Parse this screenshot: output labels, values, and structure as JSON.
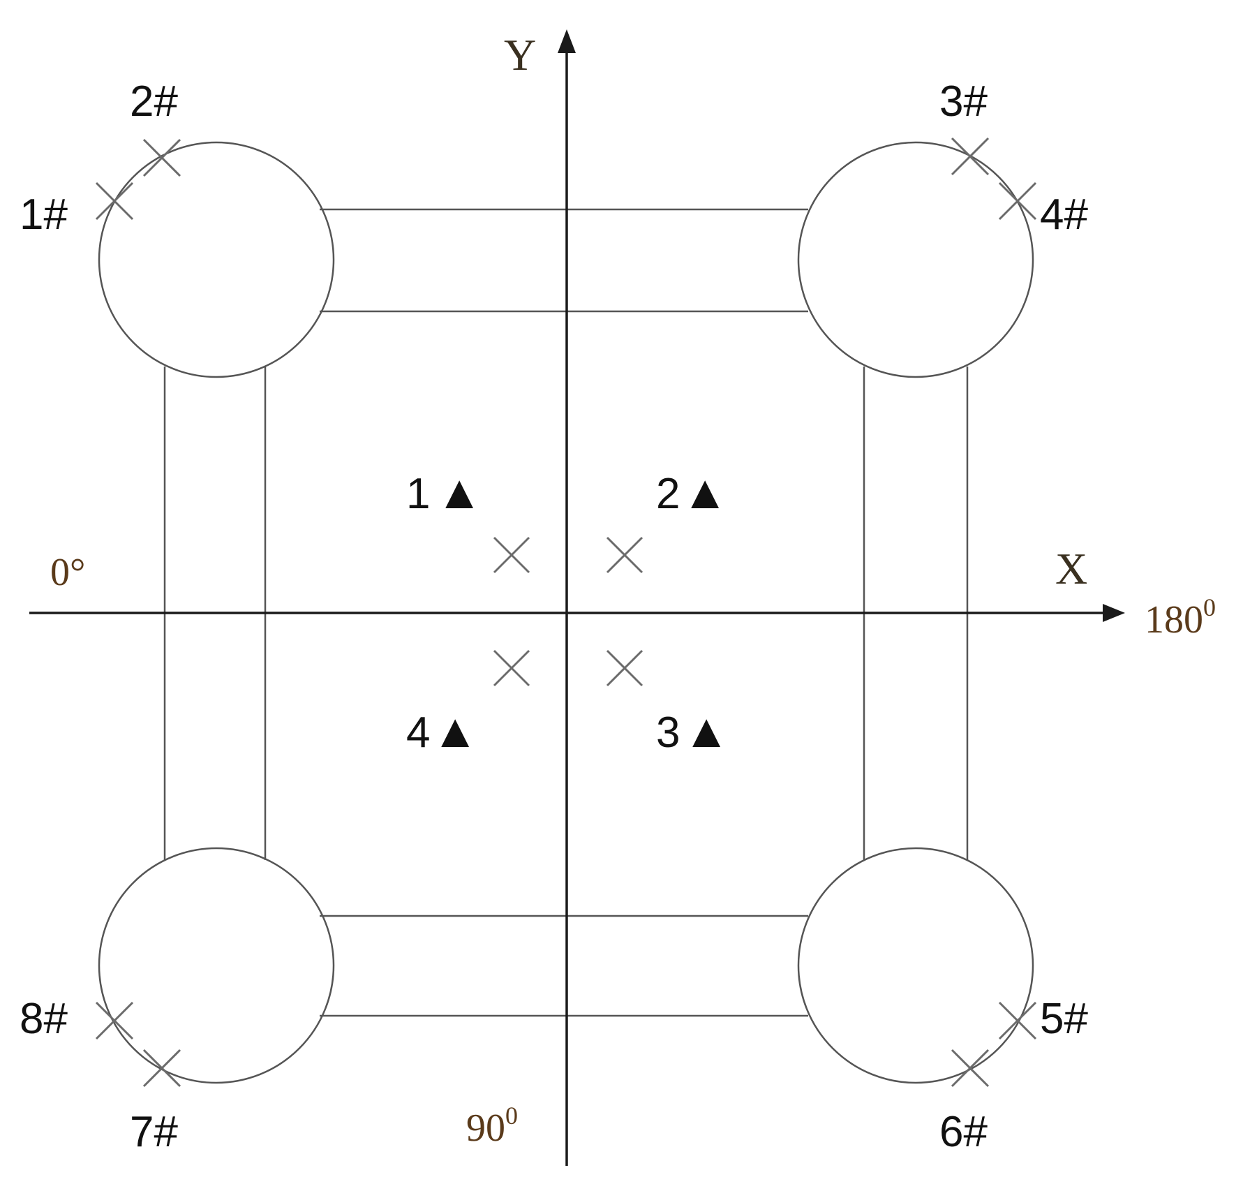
{
  "axes": {
    "x_label": "X",
    "y_label": "Y"
  },
  "angles": {
    "left": "0°",
    "right_base": "180",
    "right_sup": "0",
    "bottom_base": "90",
    "bottom_sup": "0"
  },
  "outer_points": [
    {
      "label": "1#"
    },
    {
      "label": "2#"
    },
    {
      "label": "3#"
    },
    {
      "label": "4#"
    },
    {
      "label": "5#"
    },
    {
      "label": "6#"
    },
    {
      "label": "7#"
    },
    {
      "label": "8#"
    }
  ],
  "inner_points": [
    {
      "number": "1",
      "symbol": "▲"
    },
    {
      "number": "2",
      "symbol": "▲"
    },
    {
      "number": "3",
      "symbol": "▲"
    },
    {
      "number": "4",
      "symbol": "▲"
    }
  ]
}
